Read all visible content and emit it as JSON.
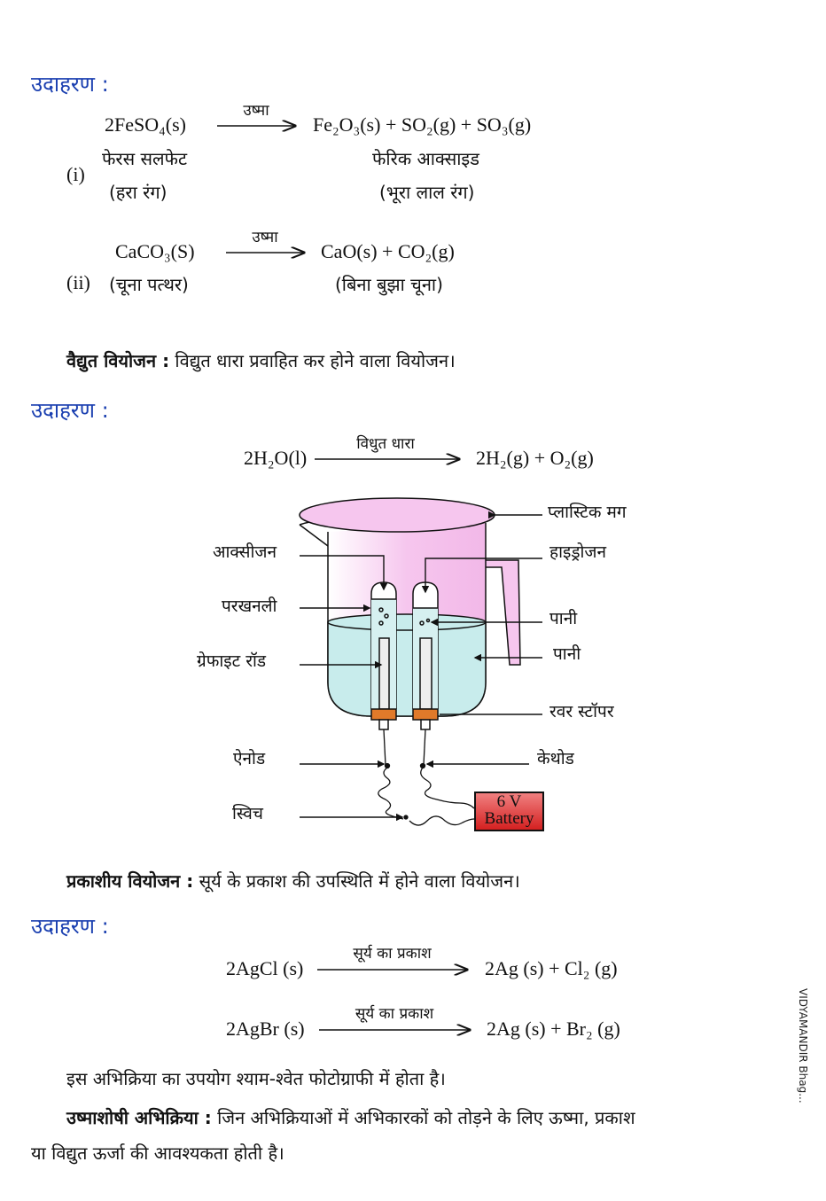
{
  "examples_label": "उदाहरण :",
  "thermal": {
    "eq1": {
      "index": "(i)",
      "reactant": "2FeSO₄(s)",
      "condition": "उष्मा",
      "products": "Fe₂O₃(s) + SO₂(g) + SO₃(g)",
      "reactant_name": "फेरस सलफेट",
      "reactant_color": "(हरा रंग)",
      "product_name": "फेरिक आक्साइड",
      "product_color": "(भूरा लाल रंग)"
    },
    "eq2": {
      "index": "(ii)",
      "reactant": "CaCO₃(S)",
      "condition": "उष्मा",
      "products": "CaO(s)  + CO₂(g)",
      "reactant_name": "(चूना पत्थर)",
      "product_name": "(बिना बुझा चूना)"
    }
  },
  "electrolytic": {
    "term": "वैद्युत वियोजन :",
    "definition": " विद्युत धारा प्रवाहित कर होने वाला वियोजन।",
    "reactant": "2H₂O(l)",
    "condition": "विधुत धारा",
    "products": "2H₂(g) + O₂(g)"
  },
  "diagram": {
    "labels": {
      "mug": "प्लास्टिक मग",
      "oxygen": "आक्सीजन",
      "hydrogen": "हाइड्रोजन",
      "test_tube": "परखनली",
      "water1": "पानी",
      "water2": "पानी",
      "graphite_rod": "ग्रेफाइट रॉड",
      "rubber_stopper": "रवर स्टॉपर",
      "anode": "ऐनोड",
      "cathode": "केथोड",
      "switch": "स्विच"
    },
    "battery_voltage": "6 V",
    "battery_label": "Battery",
    "colors": {
      "mug": "#f6c6ee",
      "water": "#c8ecec",
      "stopper": "#e07a2a",
      "battery": "#e03030"
    }
  },
  "photolytic": {
    "term": "प्रकाशीय वियोजन :",
    "definition": " सूर्य के प्रकाश की उपस्थिति में होने वाला वियोजन।",
    "eq1": {
      "reactant": "2AgCl (s)",
      "condition": "सूर्य का प्रकाश",
      "products": "2Ag (s) + Cl₂ (g)"
    },
    "eq2": {
      "reactant": "2AgBr (s)",
      "condition": "सूर्य का प्रकाश",
      "products": "2Ag (s) + Br₂ (g)"
    },
    "use_note": "इस अभिक्रिया का उपयोग श्याम-श्वेत फोटोग्राफी में होता है।"
  },
  "endothermic": {
    "term": "उष्माशोषी अभिक्रिया :",
    "definition_line1": " जिन अभिक्रियाओं में अभिकारकों को तोड़ने के लिए ऊष्मा, प्रकाश",
    "definition_line2": "या विद्युत ऊर्जा की आवश्यकता होती है।"
  },
  "watermark": "VIDYAMANDIR Bhag..."
}
